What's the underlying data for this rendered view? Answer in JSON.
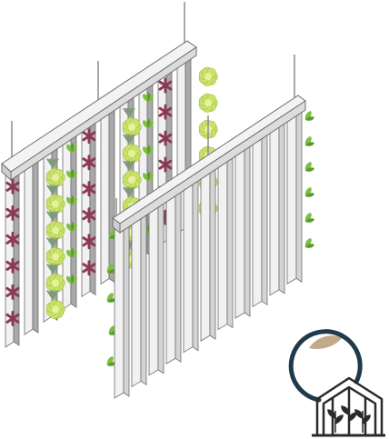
{
  "scene": {
    "subject": "vertical-hydroponic-tower-panels",
    "front_panel": {
      "has_plants": false,
      "visible_side_plants": true
    },
    "back_panel": {
      "has_plants": true,
      "plant_kinds": [
        "lettuce-head",
        "green-leaf",
        "red-leaf",
        "herb"
      ]
    }
  },
  "logo": {
    "icon": "greenhouse-logo-icon",
    "colors": {
      "ring": "#1e3a4c",
      "leaf": "#c2a98a",
      "house": "#2a2a2a"
    }
  },
  "colors": {
    "frame_light": "#f1f1f1",
    "frame_mid": "#d4d4d4",
    "frame_dark": "#a9a9a9",
    "outline": "#6f6f6f",
    "lettuce": "#c9e26a",
    "leaf_green": "#7fbf3f",
    "leaf_dark": "#5a9a2c",
    "red_leaf": "#8c3a52",
    "herb": "#7f9a7a"
  }
}
